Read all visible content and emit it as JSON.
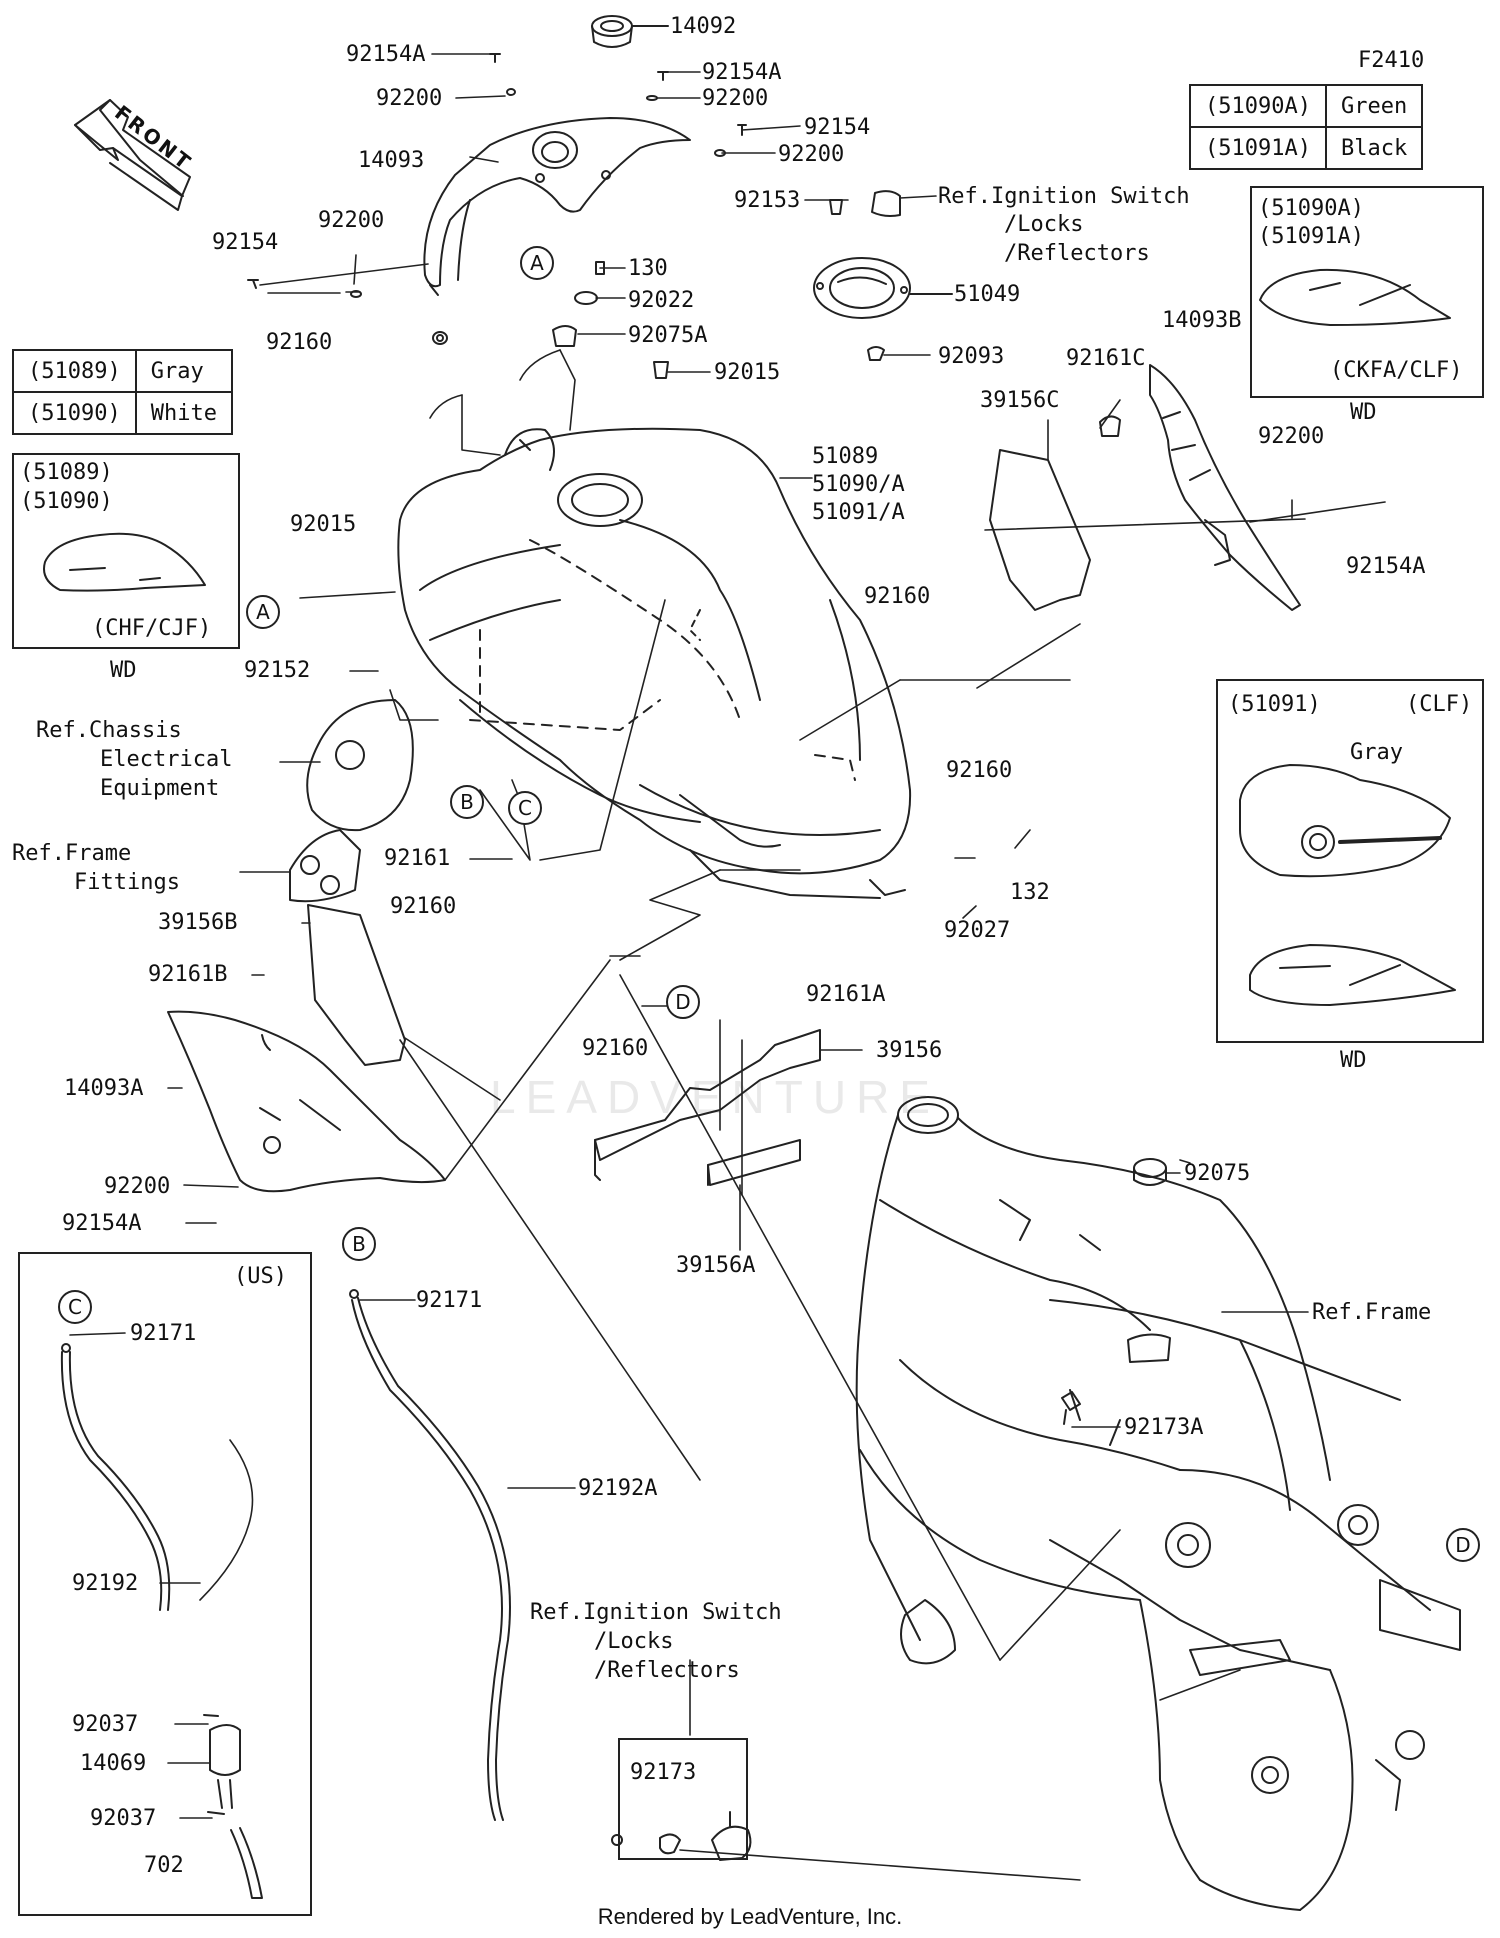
{
  "figure_code": "F2410",
  "watermark": "LEADVENTURE",
  "footer": "Rendered by LeadVenture, Inc.",
  "front_arrow": "FRONT",
  "color_table_top": [
    {
      "code": "(51090A)",
      "color": "Green"
    },
    {
      "code": "(51091A)",
      "color": "Black"
    }
  ],
  "color_table_left": [
    {
      "code": "(51089)",
      "color": "Gray"
    },
    {
      "code": "(51090)",
      "color": "White"
    }
  ],
  "inset_top_right": {
    "codes": [
      "(51090A)",
      "(51091A)"
    ],
    "variant": "(CKFA/CLF)",
    "caption": "WD"
  },
  "inset_left": {
    "codes": [
      "(51089)",
      "(51090)"
    ],
    "variant": "(CHF/CJF)",
    "caption": "WD"
  },
  "inset_right": {
    "code": "(51091)",
    "variant": "(CLF)",
    "color": "Gray",
    "caption": "WD"
  },
  "us_box_label": "(US)",
  "callouts": {
    "A": "A",
    "B": "B",
    "C": "C",
    "D": "D"
  },
  "parts": {
    "p14092": "14092",
    "p92154A_1": "92154A",
    "p92200_1": "92200",
    "p14093": "14093",
    "p92154A_2": "92154A",
    "p92200_2": "92200",
    "p92154_1": "92154",
    "p92200_3": "92200",
    "p92154_2": "92154",
    "p92200_4": "92200",
    "p92160_1": "92160",
    "p92153": "92153",
    "ref_ign_1": "Ref.Ignition Switch",
    "ref_ign_1b": "/Locks",
    "ref_ign_1c": "/Reflectors",
    "p130": "130",
    "p92022": "92022",
    "p51049": "51049",
    "p92075A": "92075A",
    "p92093": "92093",
    "p92015_1": "92015",
    "p14093B": "14093B",
    "p92161C": "92161C",
    "p39156C": "39156C",
    "p92200_5": "92200",
    "p51089": "51089",
    "p51090A": "51090/A",
    "p51091A": "51091/A",
    "p92154A_3": "92154A",
    "p92015_2": "92015",
    "p92160_2": "92160",
    "p92152": "92152",
    "p92160_3": "92160",
    "ref_chassis_1": "Ref.Chassis",
    "ref_chassis_2": "Electrical",
    "ref_chassis_3": "Equipment",
    "ref_frame_f1": "Ref.Frame",
    "ref_frame_f2": "Fittings",
    "p92161": "92161",
    "p132": "132",
    "p92160_4": "92160",
    "p92027": "92027",
    "p39156B": "39156B",
    "p92161A": "92161A",
    "p92161B": "92161B",
    "p92160_5": "92160",
    "p39156": "39156",
    "p14093A": "14093A",
    "p92200_6": "92200",
    "p92154A_4": "92154A",
    "p39156A": "39156A",
    "p92075": "92075",
    "p92171_1": "92171",
    "p92171_2": "92171",
    "ref_frame": "Ref.Frame",
    "p92173A": "92173A",
    "p92192A": "92192A",
    "p92192": "92192",
    "ref_ign_2": "Ref.Ignition Switch",
    "ref_ign_2b": "/Locks",
    "ref_ign_2c": "/Reflectors",
    "p92037_1": "92037",
    "p92173": "92173",
    "p14069": "14069",
    "p92037_2": "92037",
    "p702": "702"
  }
}
